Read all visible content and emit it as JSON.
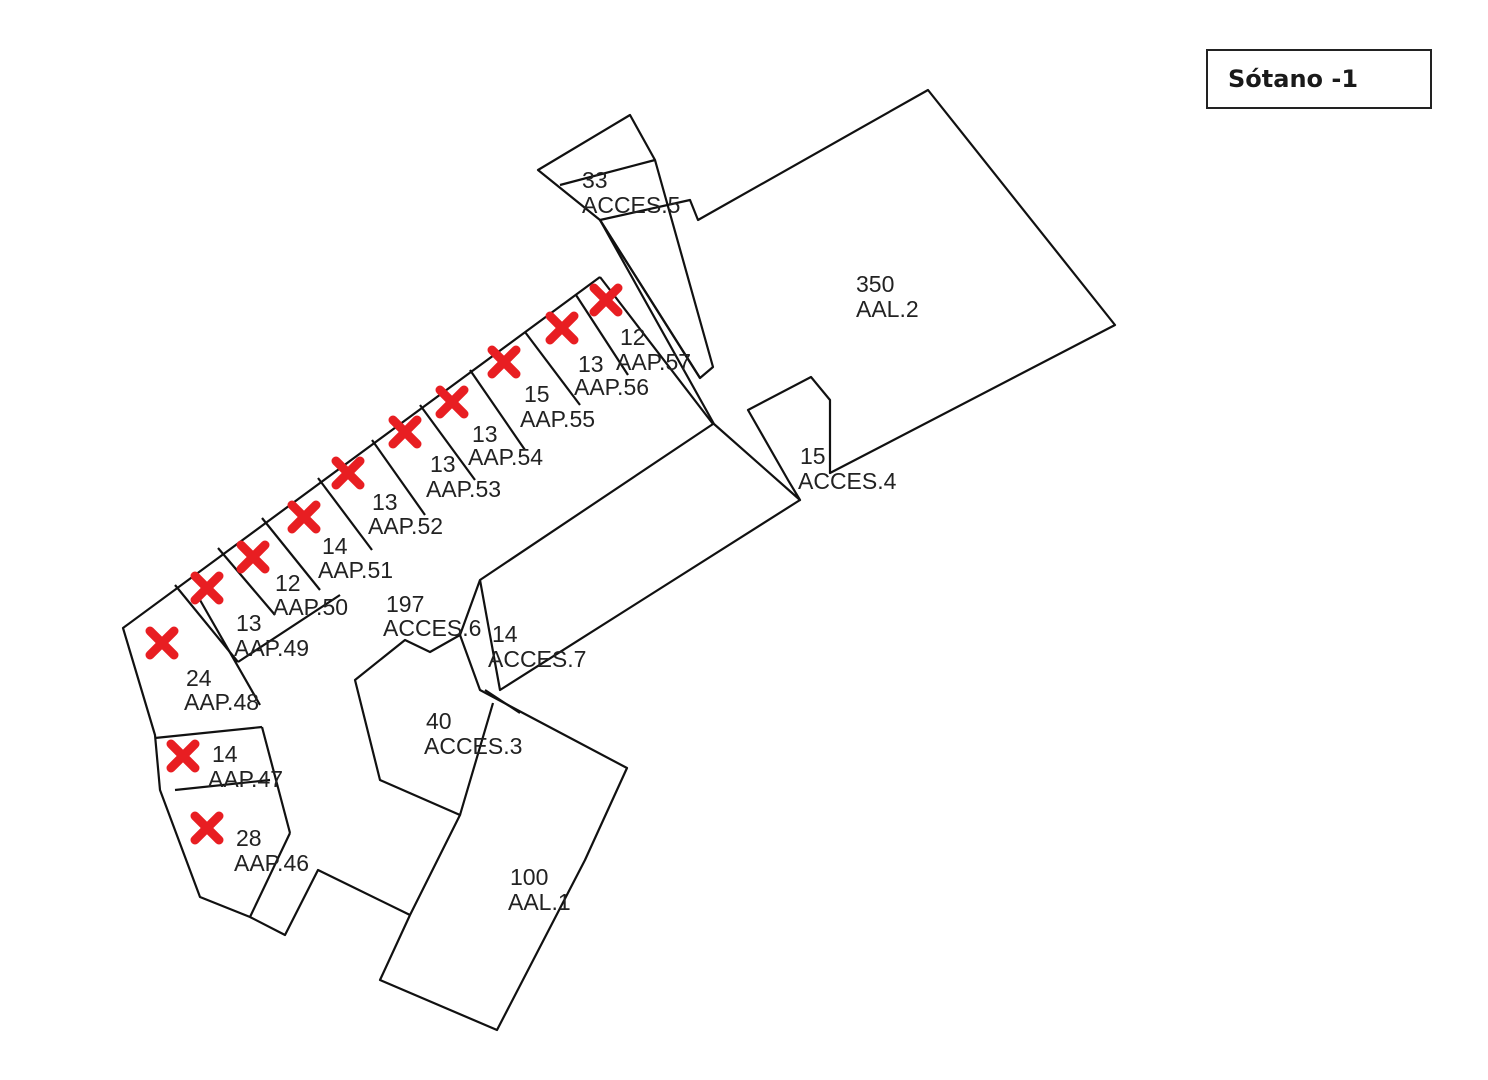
{
  "sheet": {
    "title": "Sótano -1"
  },
  "colors": {
    "wall": "#111111",
    "marker": "#e81e22",
    "label": "#222222"
  },
  "marker_icon": "red-x-cross",
  "rooms": [
    {
      "id": "acces-5",
      "area": "33",
      "code": "ACCES.5",
      "marked": false
    },
    {
      "id": "aal-2",
      "area": "350",
      "code": "AAL.2",
      "marked": false
    },
    {
      "id": "aap-57",
      "area": "12",
      "code": "AAP.57",
      "marked": true
    },
    {
      "id": "aap-56",
      "area": "13",
      "code": "AAP.56",
      "marked": true
    },
    {
      "id": "aap-55",
      "area": "15",
      "code": "AAP.55",
      "marked": true
    },
    {
      "id": "aap-54",
      "area": "13",
      "code": "AAP.54",
      "marked": true
    },
    {
      "id": "aap-53",
      "area": "13",
      "code": "AAP.53",
      "marked": true
    },
    {
      "id": "aap-52",
      "area": "13",
      "code": "AAP.52",
      "marked": true
    },
    {
      "id": "aap-51",
      "area": "14",
      "code": "AAP.51",
      "marked": true
    },
    {
      "id": "aap-50",
      "area": "12",
      "code": "AAP.50",
      "marked": true
    },
    {
      "id": "aap-49",
      "area": "13",
      "code": "AAP.49",
      "marked": true
    },
    {
      "id": "aap-48",
      "area": "24",
      "code": "AAP.48",
      "marked": true
    },
    {
      "id": "aap-47",
      "area": "14",
      "code": "AAP.47",
      "marked": true
    },
    {
      "id": "aap-46",
      "area": "28",
      "code": "AAP.46",
      "marked": true
    },
    {
      "id": "acces-6",
      "area": "197",
      "code": "ACCES.6",
      "marked": false
    },
    {
      "id": "acces-7",
      "area": "14",
      "code": "ACCES.7",
      "marked": false
    },
    {
      "id": "acces-4",
      "area": "15",
      "code": "ACCES.4",
      "marked": false
    },
    {
      "id": "acces-3",
      "area": "40",
      "code": "ACCES.3",
      "marked": false
    },
    {
      "id": "aal-1",
      "area": "100",
      "code": "AAL.1",
      "marked": false
    }
  ]
}
